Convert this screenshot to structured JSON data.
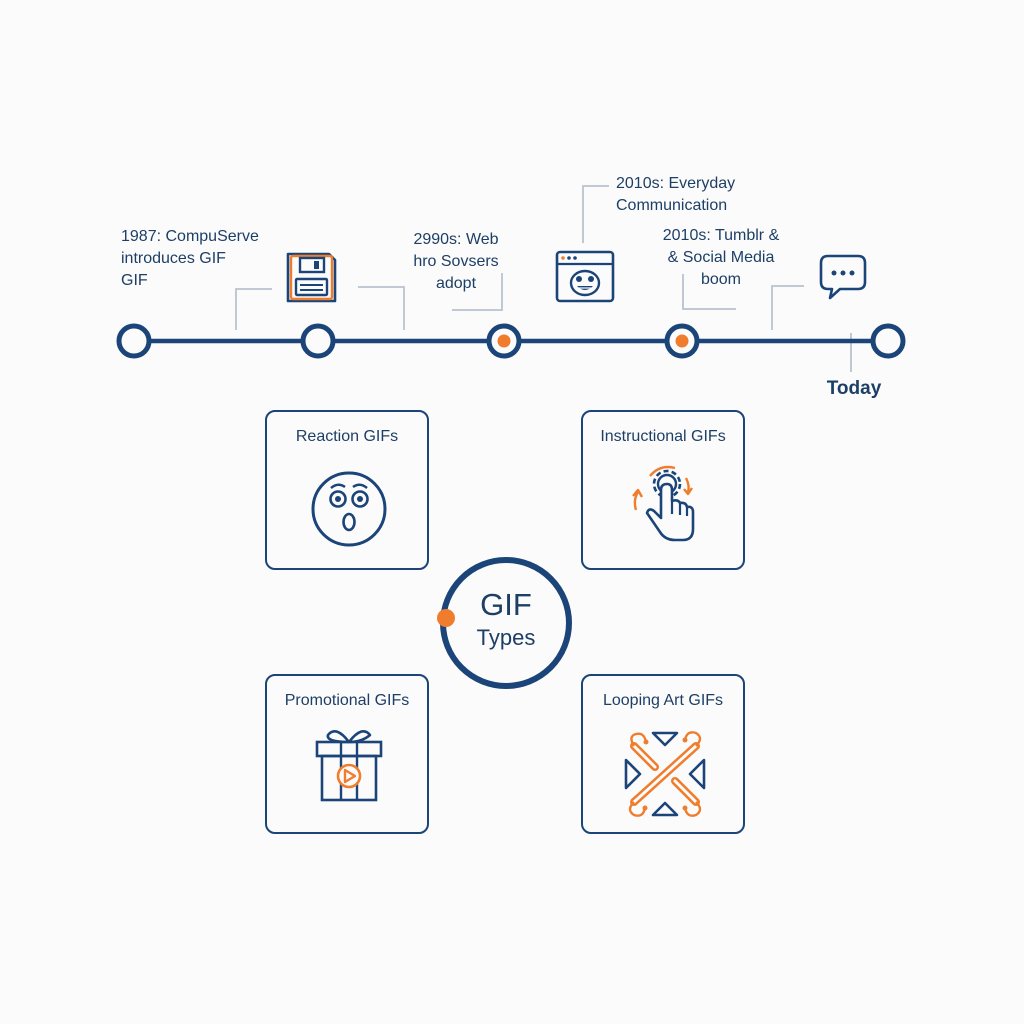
{
  "timeline": {
    "events": [
      {
        "label": "1987: CompuServe\nintroduces GIF\nGIF",
        "icon": "none"
      },
      {
        "label": "",
        "icon": "floppy-disk-icon"
      },
      {
        "label": "2990s: Web\nhro Sovsers\nadopt",
        "icon": "none"
      },
      {
        "label": "2010s: Everyday\nCommunication",
        "icon": "browser-face-icon"
      },
      {
        "label": "2010s: Tumblr &\n& Social Media\nboom",
        "icon": "none"
      },
      {
        "label": "Today",
        "icon": "speech-bubble-icon"
      }
    ]
  },
  "hub": {
    "line1": "GIF",
    "line2": "Types"
  },
  "types": [
    {
      "title": "Reaction GIFs",
      "icon": "surprised-face-icon"
    },
    {
      "title": "Instructional GIFs",
      "icon": "hand-gear-icon"
    },
    {
      "title": "Promotional GIFs",
      "icon": "gift-play-icon"
    },
    {
      "title": "Looping Art GIFs",
      "icon": "looping-art-icon"
    }
  ],
  "colors": {
    "primary": "#1b4478",
    "accent": "#ef7d2d",
    "text": "#1d3f66",
    "connector": "#b9c3cf",
    "background": "#fbfbfb"
  }
}
